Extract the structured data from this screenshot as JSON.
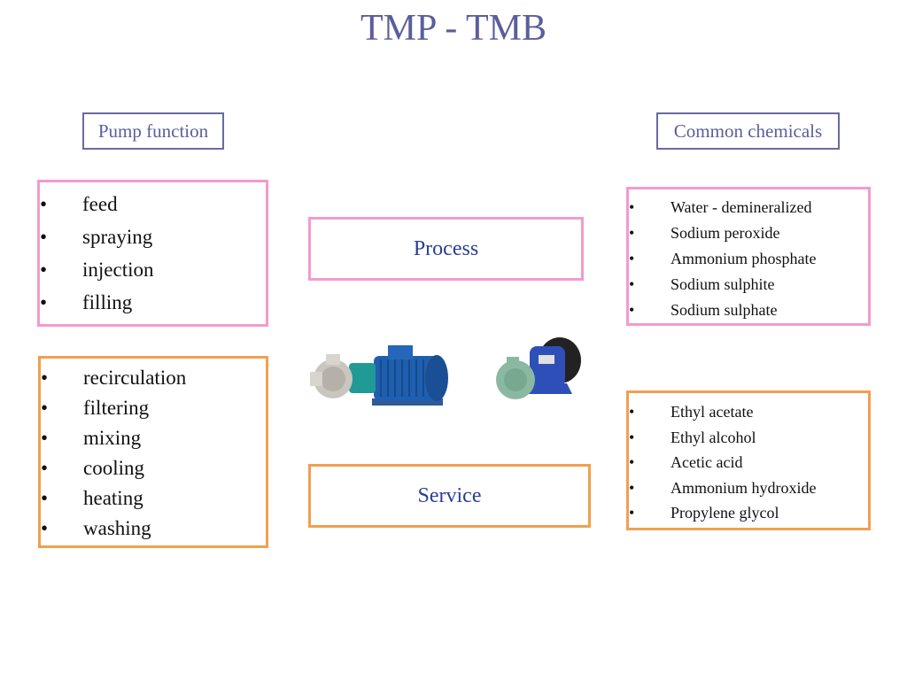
{
  "title": "TMP - TMB",
  "headers": {
    "pump_function": "Pump function",
    "common_chemicals": "Common chemicals"
  },
  "process": {
    "label": "Process",
    "functions": [
      "feed",
      "spraying",
      "injection",
      "filling"
    ],
    "chemicals": [
      "Water - demineralized",
      "Sodium peroxide",
      "Ammonium phosphate",
      "Sodium sulphite",
      "Sodium sulphate"
    ],
    "color": "#f39ad0"
  },
  "service": {
    "label": "Service",
    "functions": [
      "recirculation",
      "filtering",
      "mixing",
      "cooling",
      "heating",
      "washing"
    ],
    "chemicals": [
      "Ethyl acetate",
      "Ethyl alcohol",
      "Acetic acid",
      "Ammonium hydroxide",
      "Propylene glycol"
    ],
    "color": "#f0a050"
  },
  "bullet_glyph": "•",
  "images": [
    "pump-blue-motor-icon",
    "pump-small-blue-icon"
  ]
}
